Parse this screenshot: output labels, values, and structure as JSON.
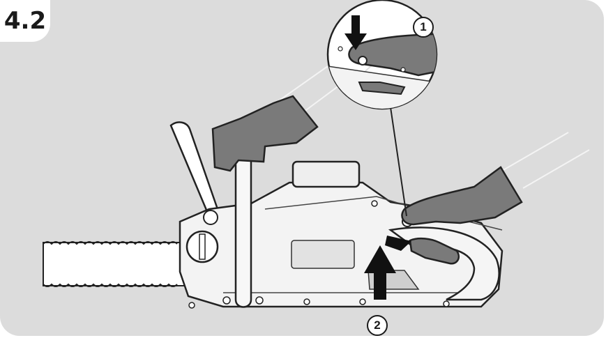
{
  "figure": {
    "step_label": "4.2",
    "callout_1": "1",
    "callout_2": "2",
    "colors": {
      "panel": "#dcdcdc",
      "outline": "#222222",
      "body": "#f2f2f2",
      "glove": "#777777",
      "arrow": "#111111"
    },
    "icons": [
      "down-arrow-icon",
      "up-arrow-icon"
    ]
  }
}
